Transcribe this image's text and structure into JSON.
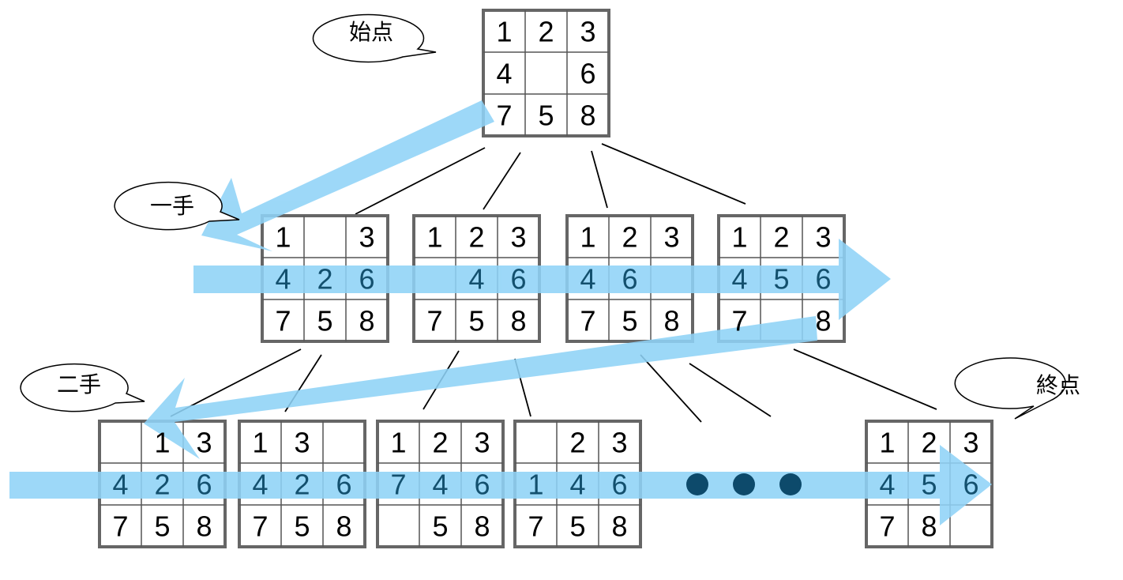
{
  "colors": {
    "background": "#ffffff",
    "grid_border": "#666666",
    "grid_inner": "#555555",
    "connector": "#000000",
    "arrow": "#8fd3f7",
    "digit": "#000000",
    "digit_on_arrow": "#13506e",
    "dot": "#0d4a6b"
  },
  "callouts": {
    "start": "始点",
    "move1": "一手",
    "move2": "二手",
    "goal": "終点"
  },
  "boards": {
    "root": [
      "1",
      "2",
      "3",
      "4",
      "",
      "6",
      "7",
      "5",
      "8"
    ],
    "level1": [
      [
        "1",
        "",
        "3",
        "4",
        "2",
        "6",
        "7",
        "5",
        "8"
      ],
      [
        "1",
        "2",
        "3",
        "",
        "4",
        "6",
        "7",
        "5",
        "8"
      ],
      [
        "1",
        "2",
        "3",
        "4",
        "6",
        "",
        "7",
        "5",
        "8"
      ],
      [
        "1",
        "2",
        "3",
        "4",
        "5",
        "6",
        "7",
        "",
        "8"
      ]
    ],
    "level2": [
      [
        "",
        "1",
        "3",
        "4",
        "2",
        "6",
        "7",
        "5",
        "8"
      ],
      [
        "1",
        "3",
        "",
        "4",
        "2",
        "6",
        "7",
        "5",
        "8"
      ],
      [
        "1",
        "2",
        "3",
        "7",
        "4",
        "6",
        "",
        "5",
        "8"
      ],
      [
        "",
        "2",
        "3",
        "1",
        "4",
        "6",
        "7",
        "5",
        "8"
      ]
    ],
    "goal": [
      "1",
      "2",
      "3",
      "4",
      "5",
      "6",
      "7",
      "8",
      ""
    ]
  },
  "ellipsis": "●●●"
}
